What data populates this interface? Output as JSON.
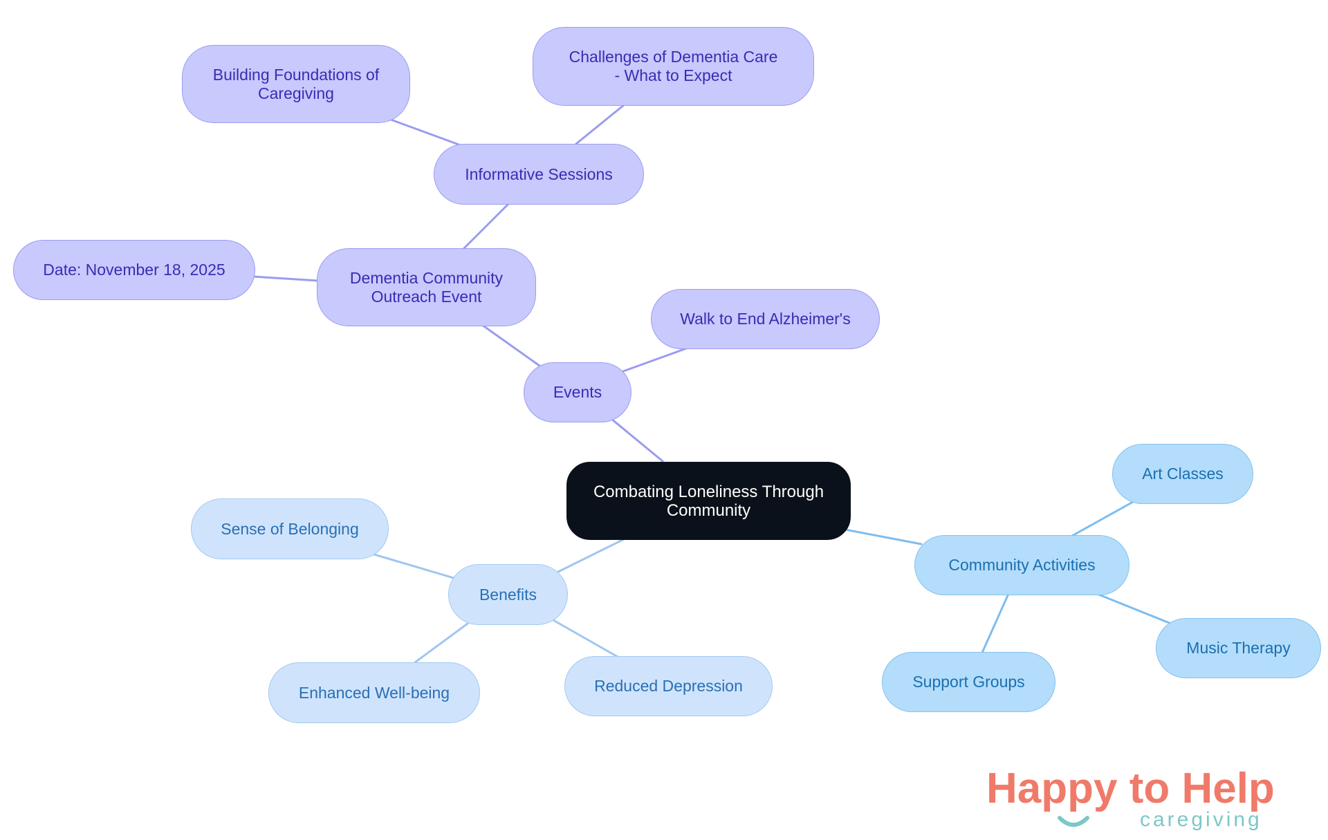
{
  "mindmap": {
    "root": {
      "label": "Combating Loneliness Through Community"
    },
    "events": {
      "label": "Events",
      "outreach": {
        "label": "Dementia Community Outreach Event",
        "date": "Date: November 18, 2025",
        "sessions": {
          "label": "Informative Sessions",
          "foundations": "Building Foundations of Caregiving",
          "challenges": "Challenges of Dementia Care - What to Expect"
        }
      },
      "walk": "Walk to End Alzheimer's"
    },
    "activities": {
      "label": "Community Activities",
      "art": "Art Classes",
      "music": "Music Therapy",
      "support": "Support Groups"
    },
    "benefits": {
      "label": "Benefits",
      "belonging": "Sense of Belonging",
      "wellbeing": "Enhanced Well-being",
      "depression": "Reduced Depression"
    }
  },
  "logo": {
    "title": "Happy to Help",
    "subtitle": "caregiving"
  },
  "colors": {
    "purple_edge": "#9a9cf0",
    "blue_edge": "#7cbdf0",
    "light_edge": "#9fc7ef",
    "logo_coral": "#f07a6a",
    "logo_teal": "#7cc7c7"
  }
}
